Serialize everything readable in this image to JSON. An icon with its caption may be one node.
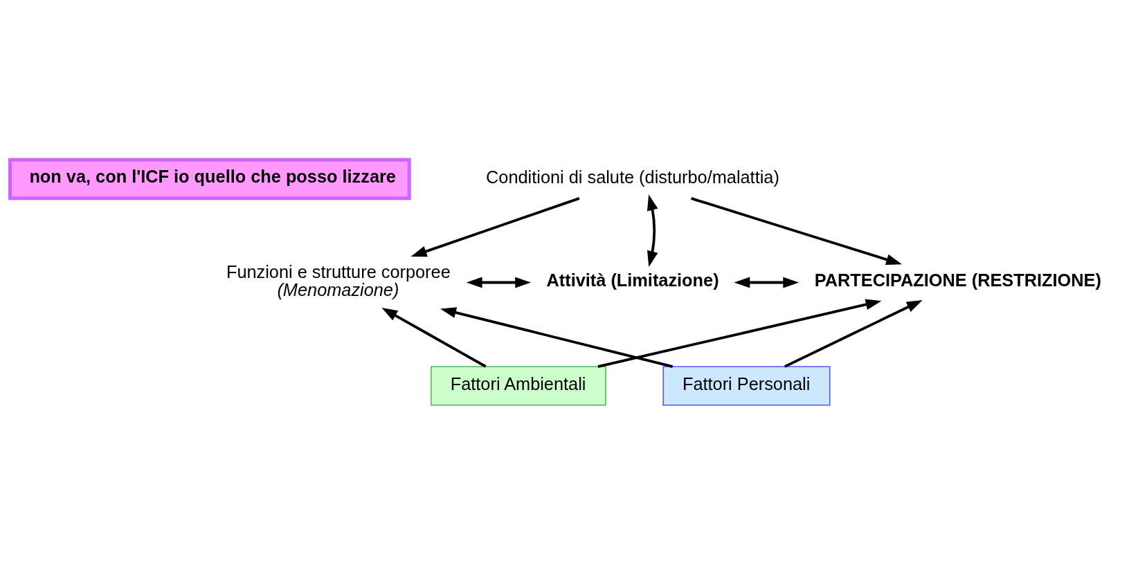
{
  "diagram": {
    "nodes": [
      {
        "text": [
          "non va, con l'ICF io quello che posso lizzare"
        ]
      },
      {
        "text": [
          "Conditioni di salute (disturbo/malattia)"
        ]
      },
      {
        "text": [
          "Funzioni e strutture corporee",
          "(Menomazione)"
        ]
      },
      {
        "text": [
          "Attività (Limitazione)"
        ]
      },
      {
        "text": [
          "PARTECIPAZIONE (RESTRIZIONE)"
        ]
      },
      {
        "text": [
          "Fattori Ambientali"
        ]
      },
      {
        "text": [
          "Fattori Personali"
        ]
      }
    ],
    "edges": [
      {
        "from": 1,
        "to": 2,
        "arrow": "to"
      },
      {
        "from": 1,
        "to": 3,
        "arrow": "both"
      },
      {
        "from": 1,
        "to": 4,
        "arrow": "to"
      },
      {
        "from": 2,
        "to": 3,
        "arrow": "both"
      },
      {
        "from": 3,
        "to": 4,
        "arrow": "both"
      },
      {
        "from": 5,
        "to": 2,
        "arrow": "to"
      },
      {
        "from": 5,
        "to": 4,
        "arrow": "to"
      },
      {
        "from": 6,
        "to": 2,
        "arrow": "to"
      },
      {
        "from": 6,
        "to": 4,
        "arrow": "to"
      }
    ]
  }
}
